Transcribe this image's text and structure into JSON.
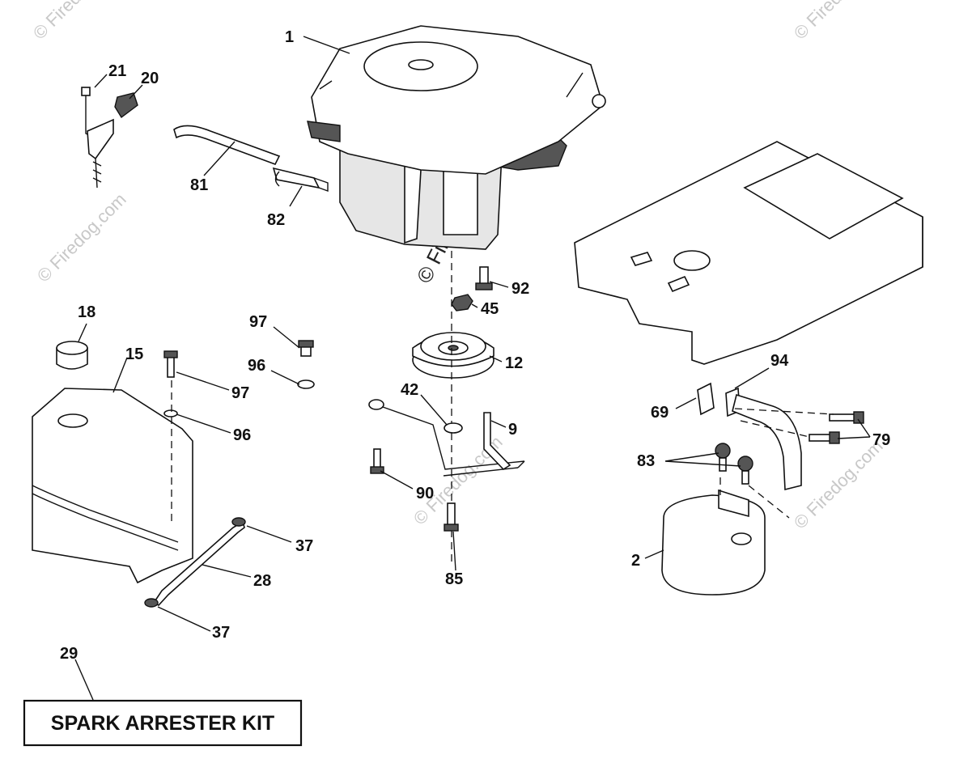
{
  "watermark": {
    "text": "© Firedog.com"
  },
  "kit_label": "SPARK ARRESTER KIT",
  "callouts": [
    "1",
    "21",
    "20",
    "81",
    "82",
    "92",
    "45",
    "12",
    "18",
    "97",
    "96",
    "15",
    "97",
    "96",
    "42",
    "9",
    "90",
    "85",
    "37",
    "28",
    "37",
    "29",
    "94",
    "69",
    "79",
    "83",
    "2"
  ]
}
